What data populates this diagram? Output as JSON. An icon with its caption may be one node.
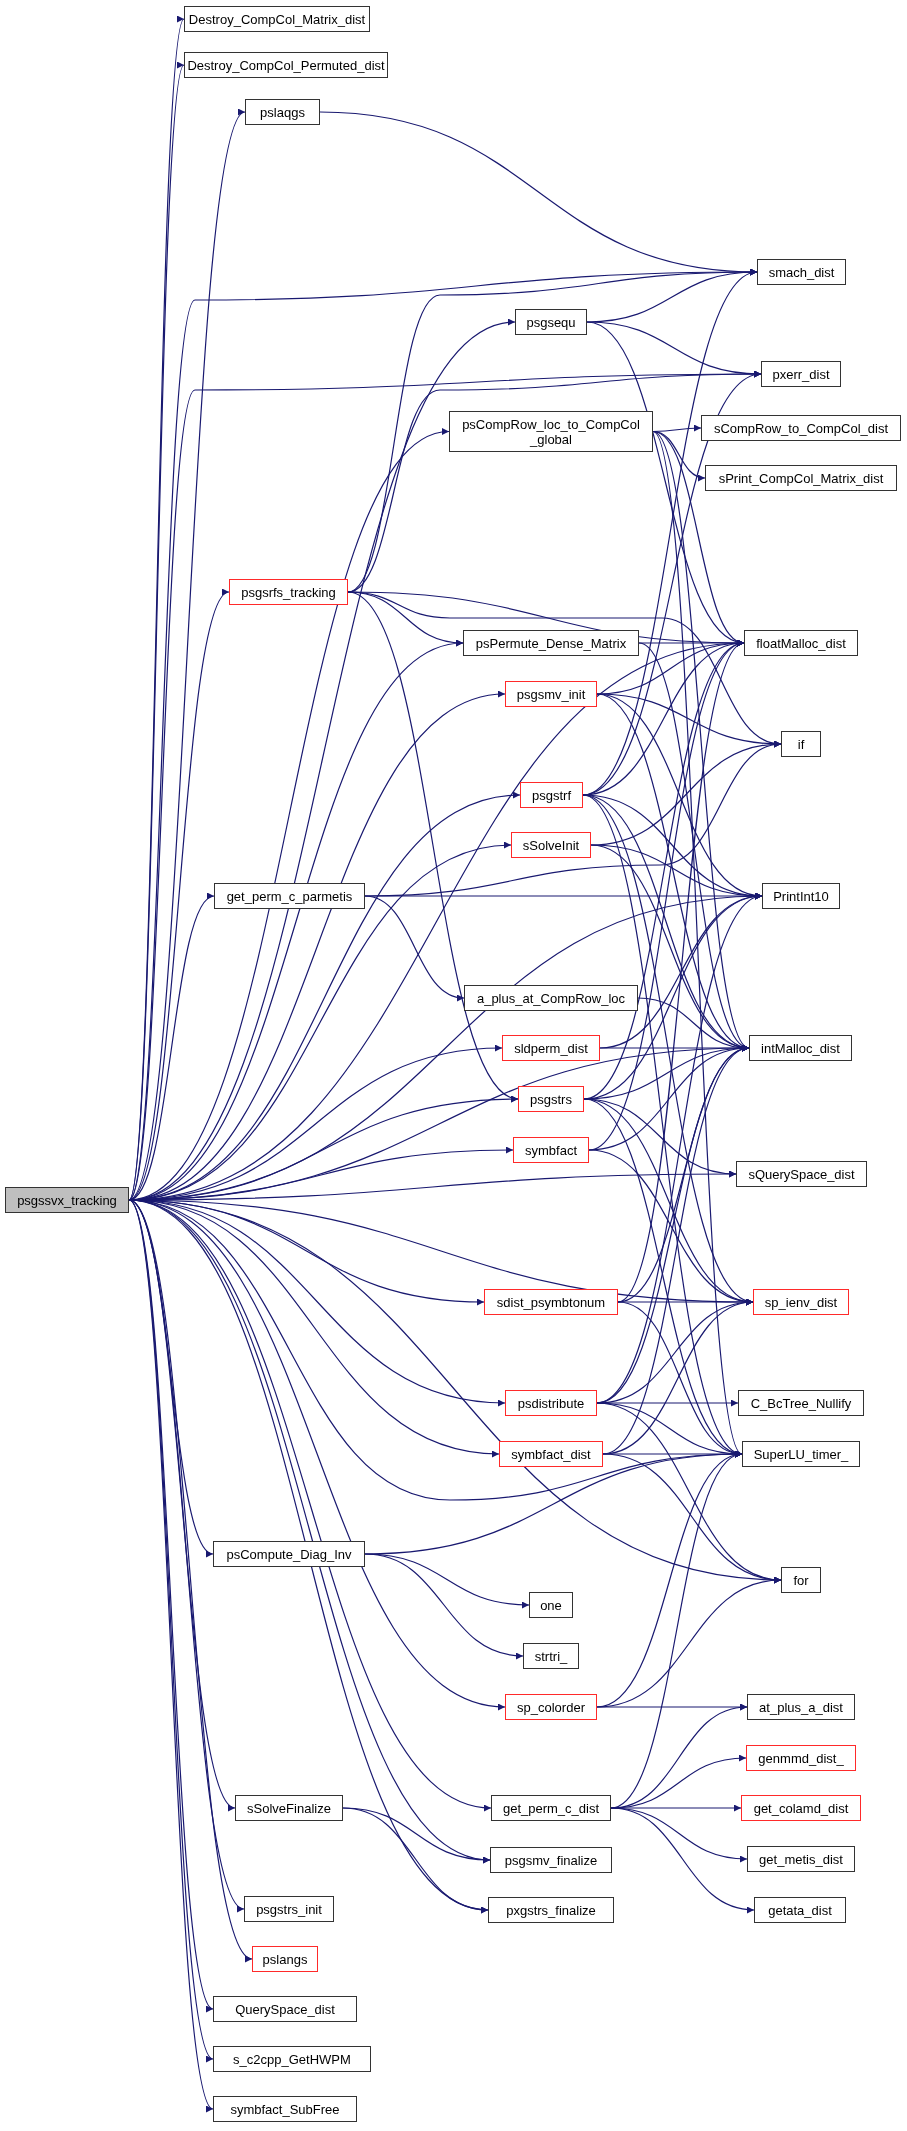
{
  "diagram": {
    "nodes": [
      {
        "text": [
          "psgssvx_tracking"
        ]
      },
      {
        "text": [
          "Destroy_CompCol_Matrix_dist"
        ]
      },
      {
        "text": [
          "Destroy_CompCol_Permuted_dist"
        ]
      },
      {
        "text": [
          "pslaqgs"
        ]
      },
      {
        "text": [
          "smach_dist"
        ]
      },
      {
        "text": [
          "psgsequ"
        ]
      },
      {
        "text": [
          "pxerr_dist"
        ]
      },
      {
        "text": [
          "psCompRow_loc_to_CompCol _global"
        ]
      },
      {
        "text": [
          "sCompRow_to_CompCol_dist"
        ]
      },
      {
        "text": [
          "sPrint_CompCol_Matrix_dist"
        ]
      },
      {
        "text": [
          "psgsrfs_tracking"
        ]
      },
      {
        "text": [
          "psPermute_Dense_Matrix"
        ]
      },
      {
        "text": [
          "floatMalloc_dist"
        ]
      },
      {
        "text": [
          "psgsmv_init"
        ]
      },
      {
        "text": [
          "if"
        ]
      },
      {
        "text": [
          "psgstrf"
        ]
      },
      {
        "text": [
          "sSolveInit"
        ]
      },
      {
        "text": [
          "get_perm_c_parmetis"
        ]
      },
      {
        "text": [
          "PrintInt10"
        ]
      },
      {
        "text": [
          "a_plus_at_CompRow_loc"
        ]
      },
      {
        "text": [
          "sldperm_dist"
        ]
      },
      {
        "text": [
          "intMalloc_dist"
        ]
      },
      {
        "text": [
          "psgstrs"
        ]
      },
      {
        "text": [
          "symbfact"
        ]
      },
      {
        "text": [
          "sQuerySpace_dist"
        ]
      },
      {
        "text": [
          "sdist_psymbtonum"
        ]
      },
      {
        "text": [
          "sp_ienv_dist"
        ]
      },
      {
        "text": [
          "psdistribute"
        ]
      },
      {
        "text": [
          "C_BcTree_Nullify"
        ]
      },
      {
        "text": [
          "symbfact_dist"
        ]
      },
      {
        "text": [
          "SuperLU_timer_"
        ]
      },
      {
        "text": [
          "psCompute_Diag_Inv"
        ]
      },
      {
        "text": [
          "one"
        ]
      },
      {
        "text": [
          "for"
        ]
      },
      {
        "text": [
          "strtri_"
        ]
      },
      {
        "text": [
          "sp_colorder"
        ]
      },
      {
        "text": [
          "at_plus_a_dist"
        ]
      },
      {
        "text": [
          "get_perm_c_dist"
        ]
      },
      {
        "text": [
          "genmmd_dist_"
        ]
      },
      {
        "text": [
          "sSolveFinalize"
        ]
      },
      {
        "text": [
          "get_colamd_dist"
        ]
      },
      {
        "text": [
          "psgsmv_finalize"
        ]
      },
      {
        "text": [
          "get_metis_dist"
        ]
      },
      {
        "text": [
          "psgstrs_init"
        ]
      },
      {
        "text": [
          "pxgstrs_finalize"
        ]
      },
      {
        "text": [
          "getata_dist"
        ]
      },
      {
        "text": [
          "pslangs"
        ]
      },
      {
        "text": [
          "QuerySpace_dist"
        ]
      },
      {
        "text": [
          "s_c2cpp_GetHWPM"
        ]
      },
      {
        "text": [
          "symbfact_SubFree"
        ]
      }
    ],
    "edges": [
      {
        "from": 0,
        "to": 1,
        "arrow": "to"
      },
      {
        "from": 0,
        "to": 2,
        "arrow": "to"
      },
      {
        "from": 0,
        "to": 4,
        "arrow": "to"
      },
      {
        "from": 0,
        "to": 3,
        "arrow": "to"
      },
      {
        "from": 0,
        "to": 6,
        "arrow": "to"
      },
      {
        "from": 0,
        "to": 5,
        "arrow": "to"
      },
      {
        "from": 0,
        "to": 7,
        "arrow": "to"
      },
      {
        "from": 0,
        "to": 12,
        "arrow": "to"
      },
      {
        "from": 0,
        "to": 10,
        "arrow": "to"
      },
      {
        "from": 0,
        "to": 11,
        "arrow": "to"
      },
      {
        "from": 0,
        "to": 13,
        "arrow": "to"
      },
      {
        "from": 0,
        "to": 15,
        "arrow": "to"
      },
      {
        "from": 0,
        "to": 16,
        "arrow": "to"
      },
      {
        "from": 0,
        "to": 17,
        "arrow": "to"
      },
      {
        "from": 0,
        "to": 18,
        "arrow": "to"
      },
      {
        "from": 0,
        "to": 21,
        "arrow": "to"
      },
      {
        "from": 0,
        "to": 20,
        "arrow": "to"
      },
      {
        "from": 0,
        "to": 22,
        "arrow": "to"
      },
      {
        "from": 0,
        "to": 23,
        "arrow": "to"
      },
      {
        "from": 0,
        "to": 24,
        "arrow": "to"
      },
      {
        "from": 0,
        "to": 25,
        "arrow": "to"
      },
      {
        "from": 0,
        "to": 26,
        "arrow": "to"
      },
      {
        "from": 0,
        "to": 27,
        "arrow": "to"
      },
      {
        "from": 0,
        "to": 29,
        "arrow": "to"
      },
      {
        "from": 0,
        "to": 30,
        "arrow": "to"
      },
      {
        "from": 0,
        "to": 31,
        "arrow": "to"
      },
      {
        "from": 0,
        "to": 33,
        "arrow": "to"
      },
      {
        "from": 0,
        "to": 35,
        "arrow": "to"
      },
      {
        "from": 0,
        "to": 37,
        "arrow": "to"
      },
      {
        "from": 0,
        "to": 39,
        "arrow": "to"
      },
      {
        "from": 0,
        "to": 41,
        "arrow": "to"
      },
      {
        "from": 0,
        "to": 44,
        "arrow": "to"
      },
      {
        "from": 0,
        "to": 43,
        "arrow": "to"
      },
      {
        "from": 0,
        "to": 46,
        "arrow": "to"
      },
      {
        "from": 0,
        "to": 47,
        "arrow": "to"
      },
      {
        "from": 0,
        "to": 48,
        "arrow": "to"
      },
      {
        "from": 0,
        "to": 49,
        "arrow": "to"
      },
      {
        "from": 3,
        "to": 4,
        "arrow": "to"
      },
      {
        "from": 5,
        "to": 4,
        "arrow": "to"
      },
      {
        "from": 5,
        "to": 6,
        "arrow": "to"
      },
      {
        "from": 5,
        "to": 12,
        "arrow": "to"
      },
      {
        "from": 7,
        "to": 8,
        "arrow": "to"
      },
      {
        "from": 7,
        "to": 9,
        "arrow": "to"
      },
      {
        "from": 7,
        "to": 12,
        "arrow": "to"
      },
      {
        "from": 7,
        "to": 21,
        "arrow": "to"
      },
      {
        "from": 7,
        "to": 30,
        "arrow": "to"
      },
      {
        "from": 10,
        "to": 4,
        "arrow": "to"
      },
      {
        "from": 10,
        "to": 6,
        "arrow": "to"
      },
      {
        "from": 10,
        "to": 12,
        "arrow": "to"
      },
      {
        "from": 10,
        "to": 11,
        "arrow": "to"
      },
      {
        "from": 10,
        "to": 14,
        "arrow": "to"
      },
      {
        "from": 10,
        "to": 22,
        "arrow": "to"
      },
      {
        "from": 11,
        "to": 12,
        "arrow": "to"
      },
      {
        "from": 11,
        "to": 21,
        "arrow": "to"
      },
      {
        "from": 13,
        "to": 12,
        "arrow": "to"
      },
      {
        "from": 13,
        "to": 14,
        "arrow": "to"
      },
      {
        "from": 13,
        "to": 18,
        "arrow": "to"
      },
      {
        "from": 13,
        "to": 21,
        "arrow": "to"
      },
      {
        "from": 15,
        "to": 4,
        "arrow": "to"
      },
      {
        "from": 15,
        "to": 6,
        "arrow": "to"
      },
      {
        "from": 15,
        "to": 12,
        "arrow": "to"
      },
      {
        "from": 15,
        "to": 18,
        "arrow": "to"
      },
      {
        "from": 15,
        "to": 21,
        "arrow": "to"
      },
      {
        "from": 15,
        "to": 26,
        "arrow": "to"
      },
      {
        "from": 15,
        "to": 30,
        "arrow": "to"
      },
      {
        "from": 16,
        "to": 14,
        "arrow": "to"
      },
      {
        "from": 16,
        "to": 18,
        "arrow": "to"
      },
      {
        "from": 16,
        "to": 21,
        "arrow": "to"
      },
      {
        "from": 17,
        "to": 14,
        "arrow": "to"
      },
      {
        "from": 17,
        "to": 18,
        "arrow": "to"
      },
      {
        "from": 17,
        "to": 19,
        "arrow": "to"
      },
      {
        "from": 19,
        "to": 21,
        "arrow": "to"
      },
      {
        "from": 20,
        "to": 18,
        "arrow": "to"
      },
      {
        "from": 20,
        "to": 21,
        "arrow": "to"
      },
      {
        "from": 22,
        "to": 12,
        "arrow": "to"
      },
      {
        "from": 22,
        "to": 18,
        "arrow": "to"
      },
      {
        "from": 22,
        "to": 21,
        "arrow": "to"
      },
      {
        "from": 22,
        "to": 24,
        "arrow": "to"
      },
      {
        "from": 22,
        "to": 26,
        "arrow": "to"
      },
      {
        "from": 22,
        "to": 30,
        "arrow": "to"
      },
      {
        "from": 23,
        "to": 12,
        "arrow": "to"
      },
      {
        "from": 23,
        "to": 21,
        "arrow": "to"
      },
      {
        "from": 23,
        "to": 26,
        "arrow": "to"
      },
      {
        "from": 25,
        "to": 12,
        "arrow": "to"
      },
      {
        "from": 25,
        "to": 21,
        "arrow": "to"
      },
      {
        "from": 25,
        "to": 26,
        "arrow": "to"
      },
      {
        "from": 25,
        "to": 30,
        "arrow": "to"
      },
      {
        "from": 27,
        "to": 18,
        "arrow": "to"
      },
      {
        "from": 27,
        "to": 21,
        "arrow": "to"
      },
      {
        "from": 27,
        "to": 26,
        "arrow": "to"
      },
      {
        "from": 27,
        "to": 28,
        "arrow": "to"
      },
      {
        "from": 27,
        "to": 30,
        "arrow": "to"
      },
      {
        "from": 27,
        "to": 33,
        "arrow": "to"
      },
      {
        "from": 29,
        "to": 21,
        "arrow": "to"
      },
      {
        "from": 29,
        "to": 26,
        "arrow": "to"
      },
      {
        "from": 29,
        "to": 30,
        "arrow": "to"
      },
      {
        "from": 29,
        "to": 33,
        "arrow": "to"
      },
      {
        "from": 31,
        "to": 30,
        "arrow": "to"
      },
      {
        "from": 31,
        "to": 32,
        "arrow": "to"
      },
      {
        "from": 31,
        "to": 34,
        "arrow": "to"
      },
      {
        "from": 35,
        "to": 30,
        "arrow": "to"
      },
      {
        "from": 35,
        "to": 33,
        "arrow": "to"
      },
      {
        "from": 35,
        "to": 36,
        "arrow": "to"
      },
      {
        "from": 37,
        "to": 30,
        "arrow": "to"
      },
      {
        "from": 37,
        "to": 36,
        "arrow": "to"
      },
      {
        "from": 37,
        "to": 38,
        "arrow": "to"
      },
      {
        "from": 37,
        "to": 40,
        "arrow": "to"
      },
      {
        "from": 37,
        "to": 42,
        "arrow": "to"
      },
      {
        "from": 37,
        "to": 45,
        "arrow": "to"
      },
      {
        "from": 39,
        "to": 41,
        "arrow": "to"
      },
      {
        "from": 39,
        "to": 44,
        "arrow": "to"
      }
    ]
  }
}
